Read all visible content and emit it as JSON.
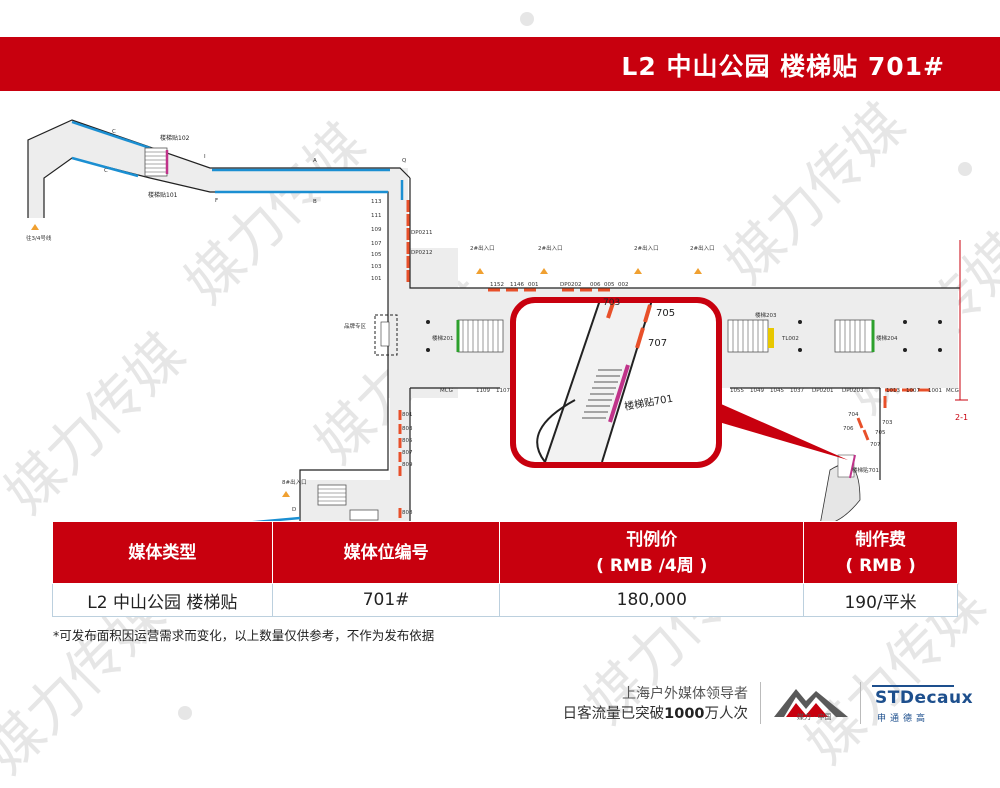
{
  "header": {
    "title": "L2 中山公园 楼梯贴 701#"
  },
  "watermark": {
    "text": "媒力传媒"
  },
  "map": {
    "labels": {
      "stair_102": "楼梯贴102",
      "stair_101": "楼梯贴101",
      "to_line34": "往3/4号线",
      "side_c": "C",
      "side_a": "A",
      "side_b": "B",
      "side_f": "F",
      "side_i": "I",
      "side_q": "Q",
      "side_d": "D",
      "exit_2a": "2#出入口",
      "exit_2b": "2#出入口",
      "exit_2c": "2#出入口",
      "exit_2d": "2#出入口",
      "exit_8": "8#出入口",
      "dp0211": "DP0211",
      "dp0212": "DP0212",
      "dp0201": "DP0201",
      "dp0203": "DP0203",
      "booth": "品牌专区",
      "stairs_201": "楼梯201",
      "stairs_203": "楼梯203",
      "stairs_204": "楼梯204",
      "tl002": "TL002",
      "marker_2_1": "2-1",
      "zoom_stair": "楼梯贴701",
      "zoom_705": "705",
      "zoom_707": "707",
      "zoom_703": "703",
      "small_701": "楼梯贴701",
      "n113": "113",
      "n111": "111",
      "n109": "109",
      "n107": "107",
      "n105": "105",
      "n103": "103",
      "n101": "101",
      "n801": "801",
      "n803": "803",
      "n805": "805",
      "n807": "807",
      "n809": "809",
      "n808": "808",
      "n1152": "1152",
      "n1146": "1146",
      "n001": "001",
      "ndp202": "DP0202",
      "n006": "006",
      "n005": "005",
      "n002": "002",
      "nmcg": "MCG",
      "n1109": "1109",
      "n1107": "1107",
      "n1055": "1055",
      "n1049": "1049",
      "n1045": "1045",
      "n1037": "1037",
      "n1013": "1013",
      "n1007": "1007",
      "n1001": "1001",
      "nmcg2": "MCG",
      "n704": "704",
      "n706": "706",
      "n703s": "703",
      "n705s": "705",
      "n707s": "707"
    }
  },
  "table": {
    "headers": [
      "媒体类型",
      "媒体位编号",
      "刊例价\n( RMB /4周 )",
      "制作费\n( RMB )"
    ],
    "rows": [
      [
        "L2 中山公园 楼梯贴",
        "701#",
        "180,000",
        "190/平米"
      ]
    ]
  },
  "note": "*可发布面积因运营需求而变化，以上数量仅供参考，不作为发布依据",
  "footer": {
    "slogan_line1": "上海户外媒体领导者",
    "slogan_line2_pre": "日客流量已突破",
    "slogan_line2_num": "1000",
    "slogan_line2_post": "万人次",
    "logo1_text": "媒力 · 中国",
    "logo2_main": "STDecaux",
    "logo2_sub": "申通德高"
  },
  "colors": {
    "brand_red": "#c8000e",
    "media_blue": "#1b8fd2",
    "media_orange": "#e8502a",
    "media_pink": "#c0338a",
    "logo_blue": "#1d4f8d"
  }
}
